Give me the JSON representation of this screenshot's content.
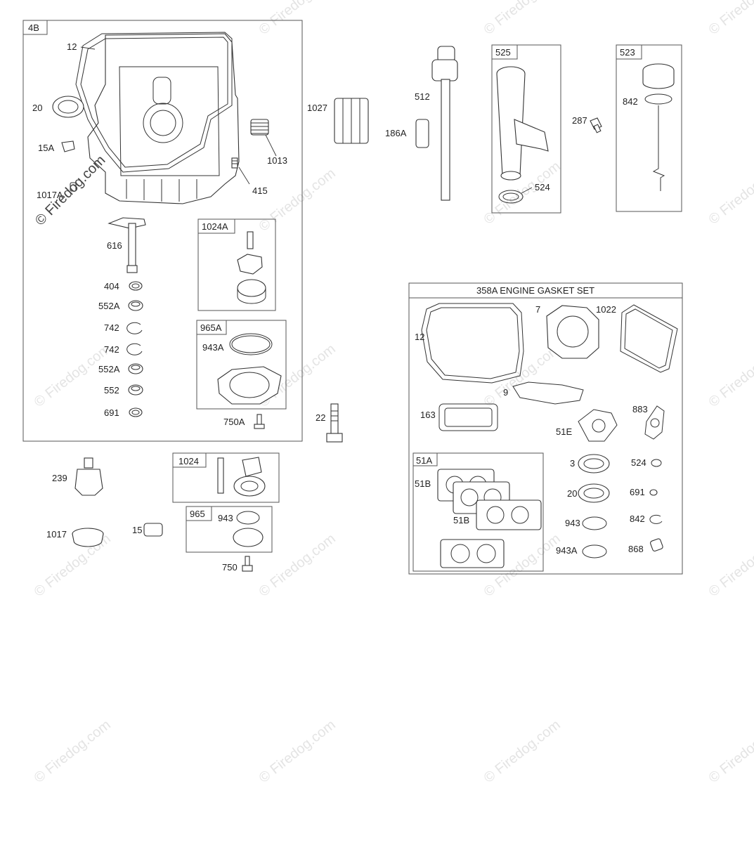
{
  "watermark": "© Firedog.com",
  "boxes": {
    "b4B": "4B",
    "b1024A": "1024A",
    "b965A": "965A",
    "b1024": "1024",
    "b965": "965",
    "b525": "525",
    "b523": "523",
    "b358A": "358A ENGINE GASKET SET",
    "b51A": "51A"
  },
  "labels": {
    "l12a": "12",
    "l20a": "20",
    "l15A": "15A",
    "l1017A": "1017A",
    "l1013": "1013",
    "l415": "415",
    "l616": "616",
    "l404": "404",
    "l552Aa": "552A",
    "l742a": "742",
    "l742b": "742",
    "l552Ab": "552A",
    "l552": "552",
    "l691a": "691",
    "l943Aa": "943A",
    "l750A": "750A",
    "l22": "22",
    "l1027": "1027",
    "l512": "512",
    "l186A": "186A",
    "l524a": "524",
    "l287": "287",
    "l842a": "842",
    "l239": "239",
    "l1017": "1017",
    "l15": "15",
    "l943a": "943",
    "l750": "750",
    "l12b": "12",
    "l7": "7",
    "l1022": "1022",
    "l9": "9",
    "l163": "163",
    "l883": "883",
    "l51E": "51E",
    "l3": "3",
    "l524b": "524",
    "l20b": "20",
    "l691b": "691",
    "l943b": "943",
    "l842b": "842",
    "l943Ab": "943A",
    "l868": "868",
    "l51Ba": "51B",
    "l51Bb": "51B"
  },
  "colors": {
    "line": "#333333",
    "watermark": "#e4e4e4"
  }
}
